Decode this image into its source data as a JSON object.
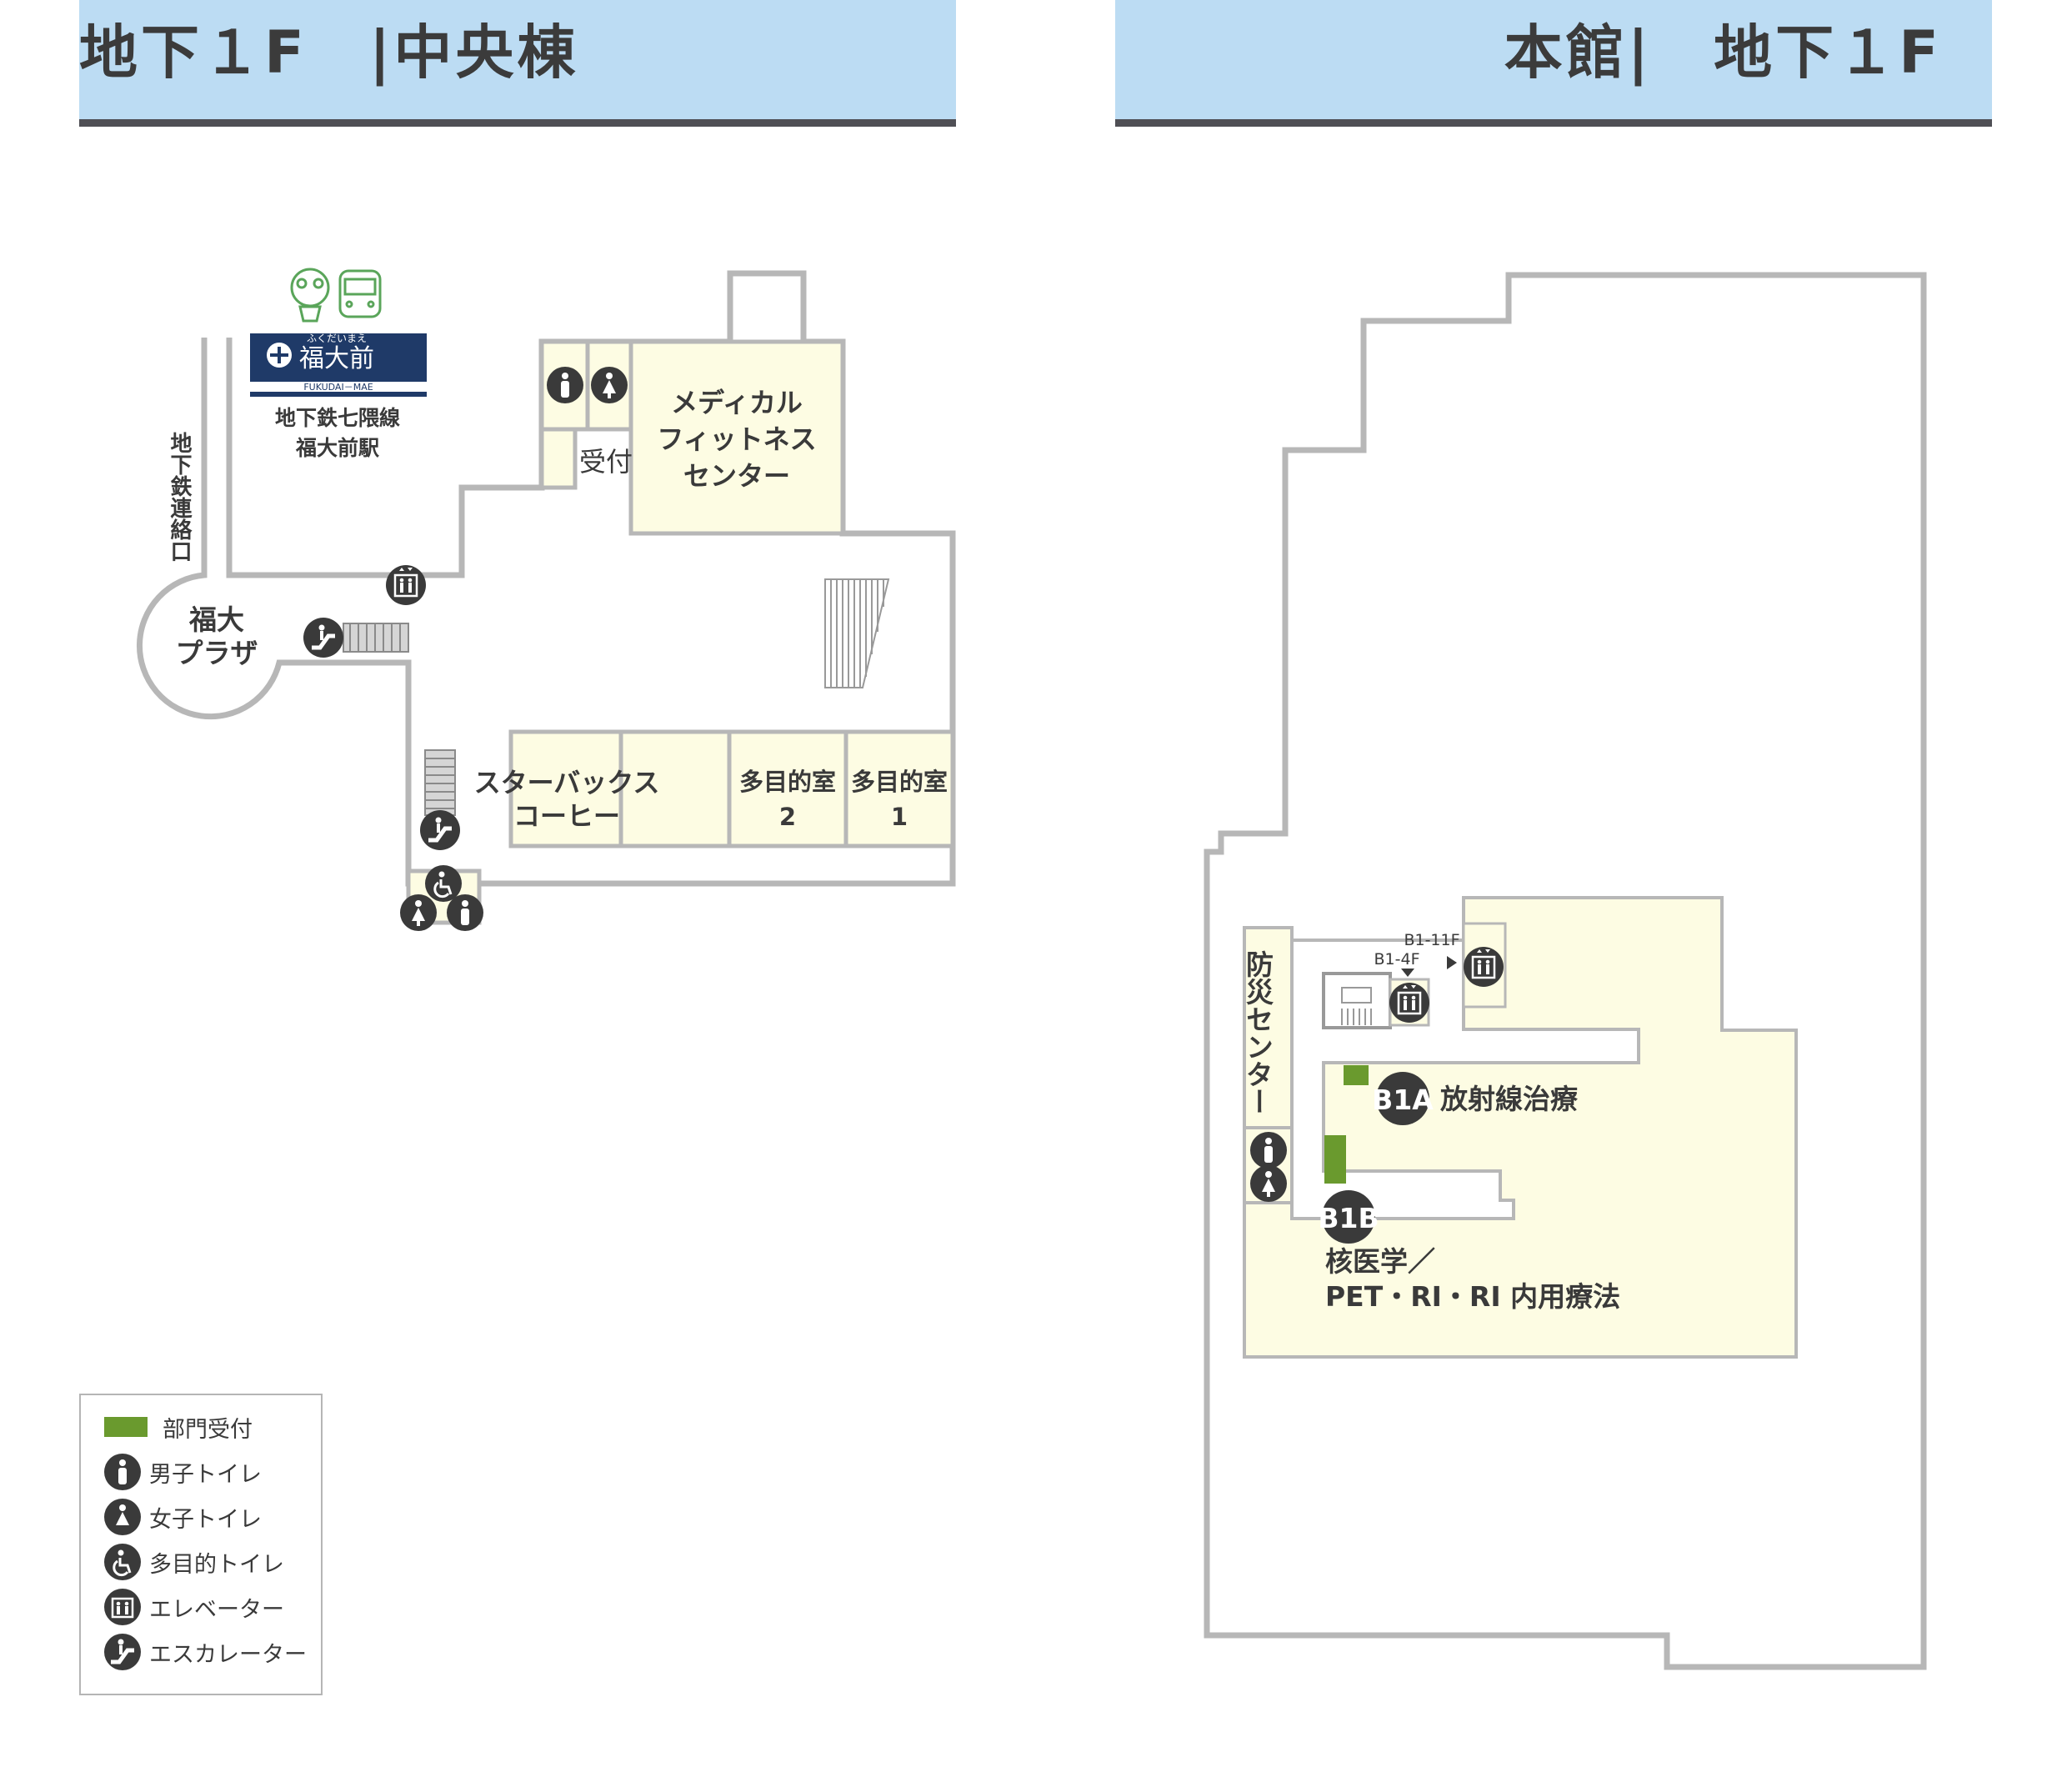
{
  "header_left": "地下１F　|中央棟",
  "header_right": "本館|　地下１F",
  "station": {
    "sign_kana": "ふくだいまえ",
    "sign_kanji": "福大前",
    "sign_roman": "FUKUDAI－MAE",
    "line1": "地下鉄七隈線",
    "line2": "福大前駅"
  },
  "central": {
    "subway_exit_label": "地下鉄連絡口",
    "plaza_line1": "福大",
    "plaza_line2": "プラザ",
    "reception": "受付",
    "fitness_line1": "メディカル",
    "fitness_line2": "フィットネス",
    "fitness_line3": "センター",
    "starbucks_line1": "スターバックス",
    "starbucks_line2": "コーヒー",
    "room2_line1": "多目的室",
    "room2_line2": "2",
    "room1_line1": "多目的室",
    "room1_line2": "1"
  },
  "main": {
    "disaster_center": "防災センター",
    "elev_range_1": "B1-11F",
    "elev_range_2": "B1-4F",
    "badge_a": "B1A",
    "dept_a": "放射線治療",
    "badge_b": "B1B",
    "dept_b_line1": "核医学／",
    "dept_b_line2": "PET・RI・RI 内用療法"
  },
  "legend": {
    "items": [
      {
        "label": "部門受付",
        "icon": "reception-swatch"
      },
      {
        "label": "男子トイレ",
        "icon": "mens-toilet-icon"
      },
      {
        "label": "女子トイレ",
        "icon": "womens-toilet-icon"
      },
      {
        "label": "多目的トイレ",
        "icon": "accessible-toilet-icon"
      },
      {
        "label": "エレベーター",
        "icon": "elevator-icon"
      },
      {
        "label": "エスカレーター",
        "icon": "escalator-icon"
      }
    ]
  },
  "colors": {
    "header_bg": "#bcdcf3",
    "header_rule": "#4f4f55",
    "wall": "#b7b7b7",
    "room_fill": "#fdfce3",
    "reception_green": "#6a9a2e",
    "icon_dark": "#3a3a3a",
    "station_navy": "#1f3a68",
    "mascot_green": "#5aa55a"
  }
}
